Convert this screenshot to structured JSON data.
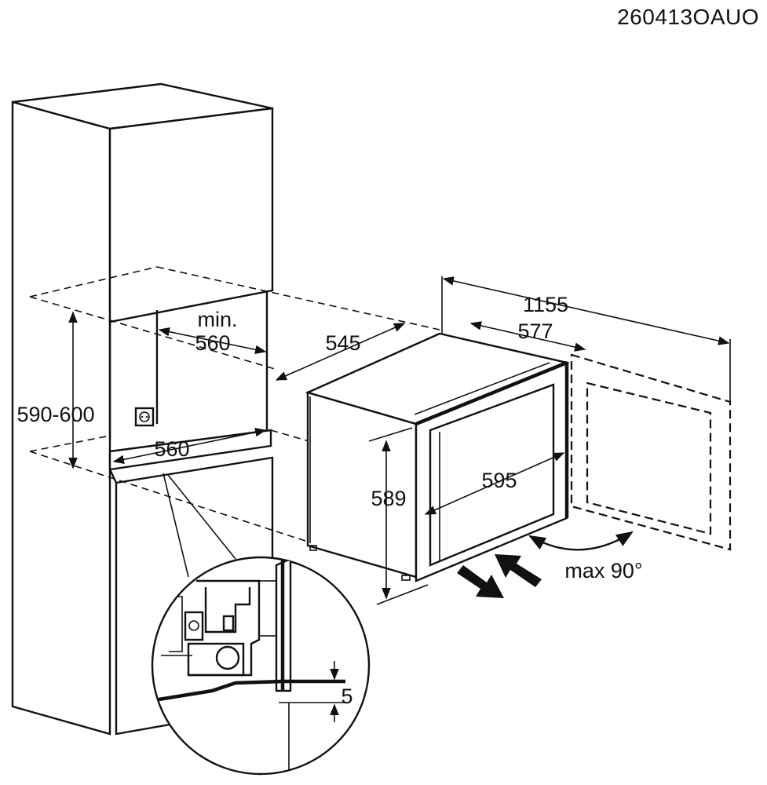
{
  "drawing_code": "260413OAUO",
  "dimensions": {
    "width_total": "1155",
    "appliance_width": "577",
    "appliance_depth": "545",
    "niche_width_top": "min.\n560",
    "niche_width_top_line1": "min.",
    "niche_width_top_line2": "560",
    "niche_width_bottom": "560",
    "niche_height": "590-600",
    "appliance_height": "589",
    "front_width": "595",
    "door_angle": "max 90°",
    "gap": "5"
  },
  "colors": {
    "line": "#111111",
    "background": "#ffffff"
  }
}
